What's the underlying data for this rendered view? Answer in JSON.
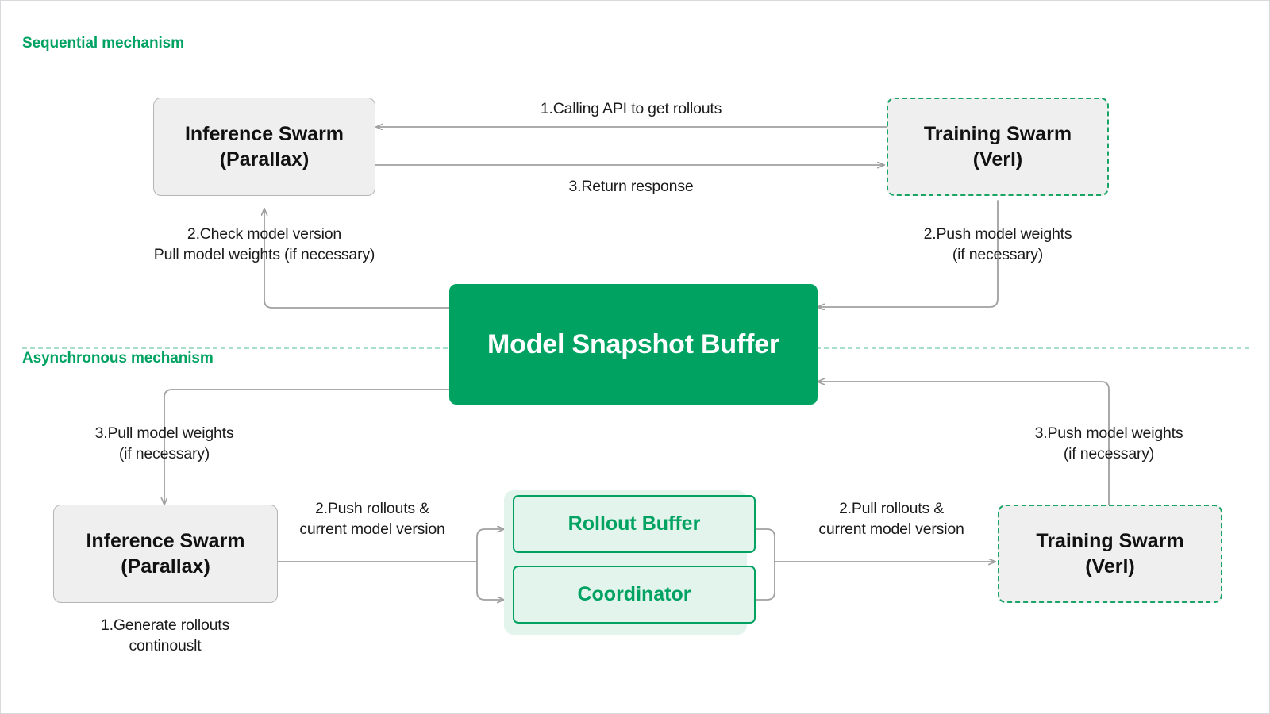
{
  "diagram": {
    "title_sequential": "Sequential mechanism",
    "title_asynchronous": "Asynchronous mechanism",
    "accent_green": "#00a262",
    "accent_green_light": "#e2f4ec",
    "node_gray_fill": "#efefef",
    "node_gray_border": "#b5b5b5",
    "divider_color": "#a9dfc8",
    "arrow_color": "#a0a0a0"
  },
  "sequential": {
    "inference_swarm": {
      "line1": "Inference Swarm",
      "line2": "(Parallax)"
    },
    "training_swarm": {
      "line1": "Training Swarm",
      "line2": "(Verl)"
    },
    "labels": {
      "calling_api": "1.Calling API to get rollouts",
      "return_response": "3.Return response",
      "check_model_version": "2.Check model version\nPull model weights (if necessary)",
      "push_model_weights": "2.Push model weights\n(if necessary)"
    }
  },
  "shared": {
    "model_snapshot_buffer": "Model Snapshot Buffer"
  },
  "asynchronous": {
    "inference_swarm": {
      "line1": "Inference Swarm",
      "line2": "(Parallax)"
    },
    "training_swarm": {
      "line1": "Training Swarm",
      "line2": "(Verl)"
    },
    "rollout_buffer": "Rollout Buffer",
    "coordinator": "Coordinator",
    "labels": {
      "pull_model_weights": "3.Pull model weights\n(if necessary)",
      "push_model_weights": "3.Push model weights\n(if necessary)",
      "push_rollouts": "2.Push rollouts &\ncurrent model version",
      "pull_rollouts": "2.Pull rollouts &\ncurrent model version",
      "generate_rollouts": "1.Generate rollouts\ncontinouslt"
    }
  }
}
